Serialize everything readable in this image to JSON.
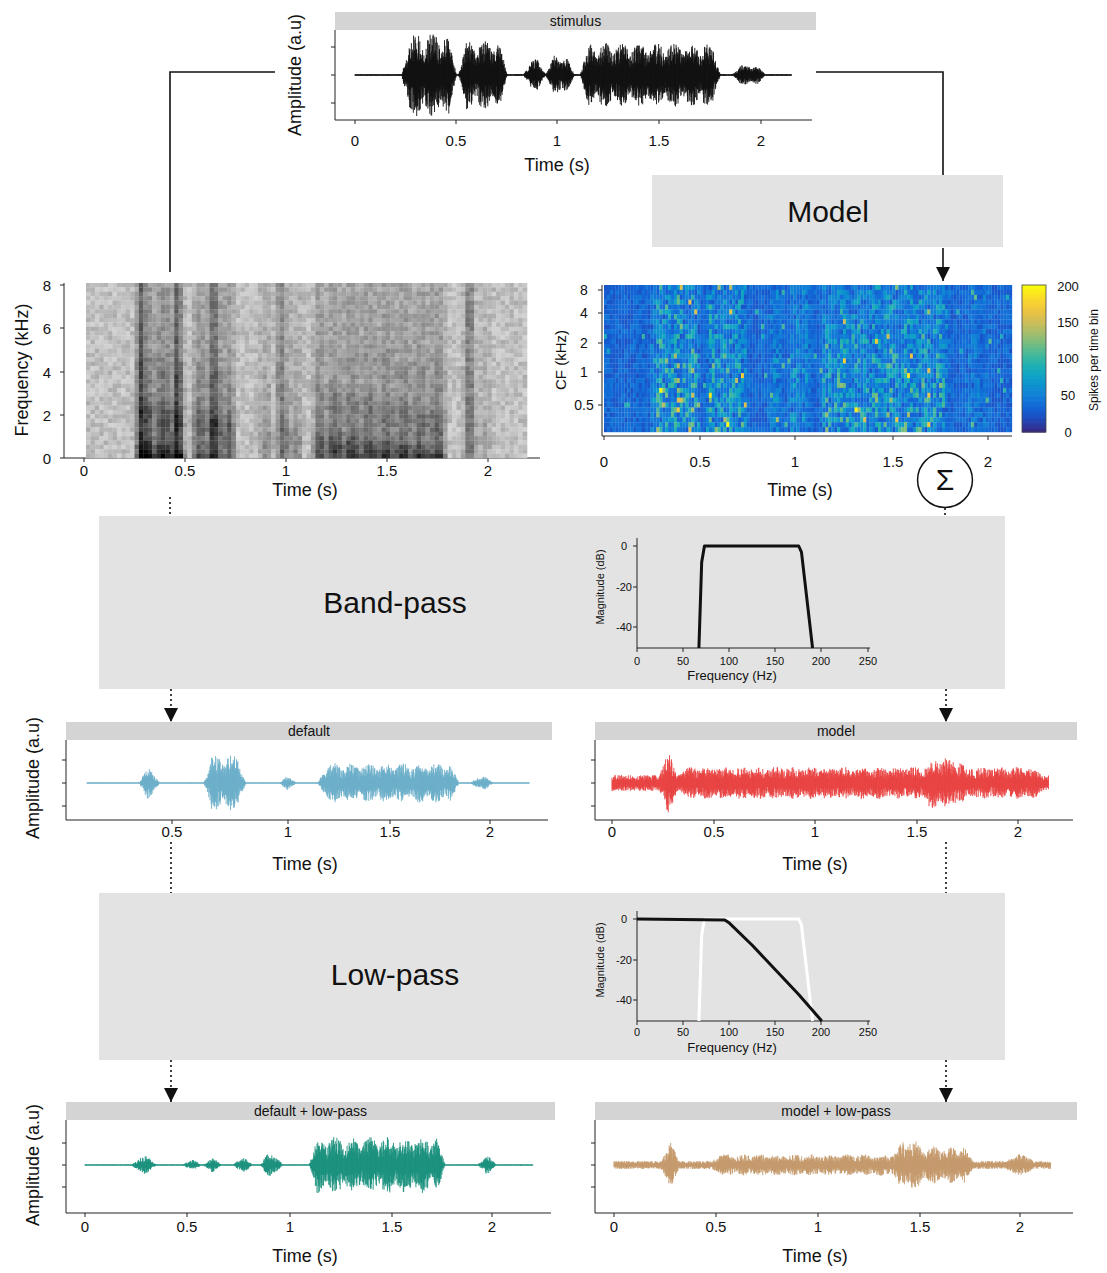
{
  "diagram": {
    "nodes": [
      {
        "text": [
          "stimulus"
        ]
      },
      {
        "text": [
          "Model"
        ]
      },
      {
        "text": [
          "Σ"
        ]
      },
      {
        "text": [
          "Band-pass"
        ]
      },
      {
        "text": [
          "default"
        ]
      },
      {
        "text": [
          "model"
        ]
      },
      {
        "text": [
          "Low-pass"
        ]
      },
      {
        "text": [
          "default + low-pass"
        ]
      },
      {
        "text": [
          "model + low-pass"
        ]
      }
    ],
    "edges": [
      {
        "from": 0,
        "to": 1,
        "arrow": "none"
      },
      {
        "from": 2,
        "to": 3,
        "arrow": "none"
      },
      {
        "from": 3,
        "to": 4,
        "arrow": "to"
      },
      {
        "from": 3,
        "to": 5,
        "arrow": "to"
      },
      {
        "from": 4,
        "to": 6,
        "arrow": "none"
      },
      {
        "from": 5,
        "to": 6,
        "arrow": "none"
      },
      {
        "from": 6,
        "to": 7,
        "arrow": "to"
      },
      {
        "from": 6,
        "to": 8,
        "arrow": "to"
      }
    ],
    "labels": [
      "Amplitude (a.u)",
      "0",
      "0.5",
      "1",
      "1.5",
      "2",
      "Time (s)",
      "Frequency (kHz)",
      "8",
      "6",
      "4",
      "2",
      "0",
      "0",
      "0.5",
      "1",
      "1.5",
      "2",
      "Time (s)",
      "CF (kHz)",
      "8",
      "4",
      "2",
      "1",
      "0.5",
      "0",
      "0.5",
      "1",
      "1.5",
      "2",
      "Time (s)",
      "200",
      "150",
      "100",
      "50",
      "0",
      "Spikes per time bin",
      "Magnitude (dB)",
      "0",
      "-20",
      "-40",
      "0",
      "50",
      "100",
      "150",
      "200",
      "250",
      "Frequency (Hz)",
      "Amplitude (a.u)",
      "0.5",
      "1",
      "1.5",
      "2",
      "Time (s)",
      "0",
      "0.5",
      "1",
      "1.5",
      "2",
      "Time (s)",
      "Magnitude (dB)",
      "0",
      "-20",
      "-40",
      "0",
      "50",
      "100",
      "150",
      "200",
      "250",
      "Frequency (Hz)",
      "Amplitude (a.u)",
      "0",
      "0.5",
      "1",
      "1.5",
      "2",
      "Time (s)",
      "0",
      "0.5",
      "1",
      "1.5",
      "2",
      "Time (s)"
    ]
  }
}
